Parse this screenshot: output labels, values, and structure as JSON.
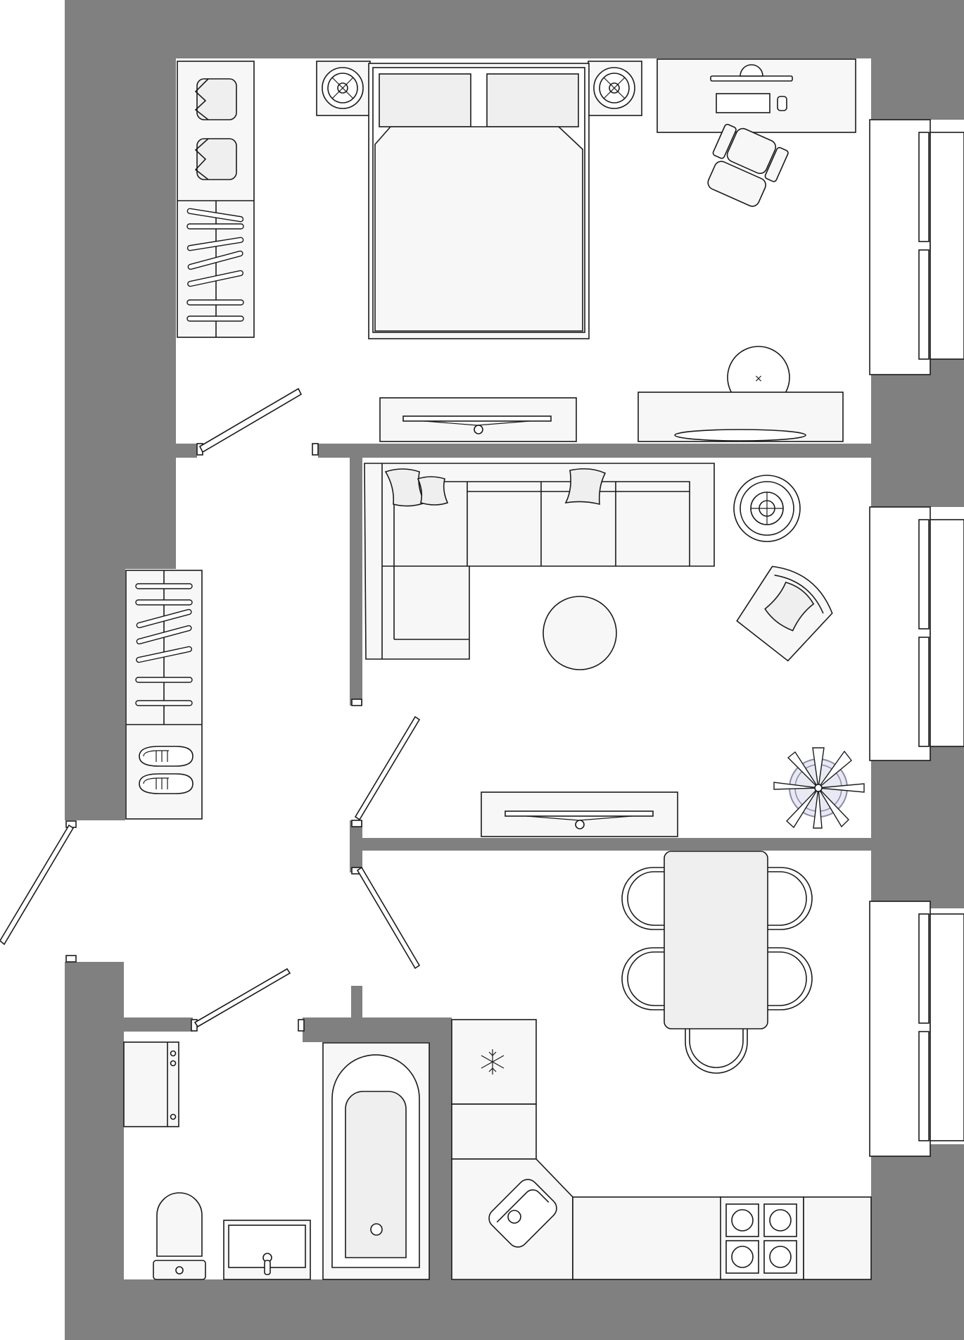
{
  "floor_plan": {
    "rooms": [
      "bedroom",
      "living-room",
      "hallway",
      "bathroom",
      "kitchen-dining"
    ],
    "colors": {
      "wall": "#808080",
      "furniture": "#f7f7f7",
      "accent": "#efefef",
      "outline": "#1a1a1a"
    },
    "icons": [
      "snowflake-icon",
      "plant-icon",
      "stove-burner-icon",
      "shoe-icon",
      "hanger-icon",
      "lamp-icon"
    ]
  }
}
